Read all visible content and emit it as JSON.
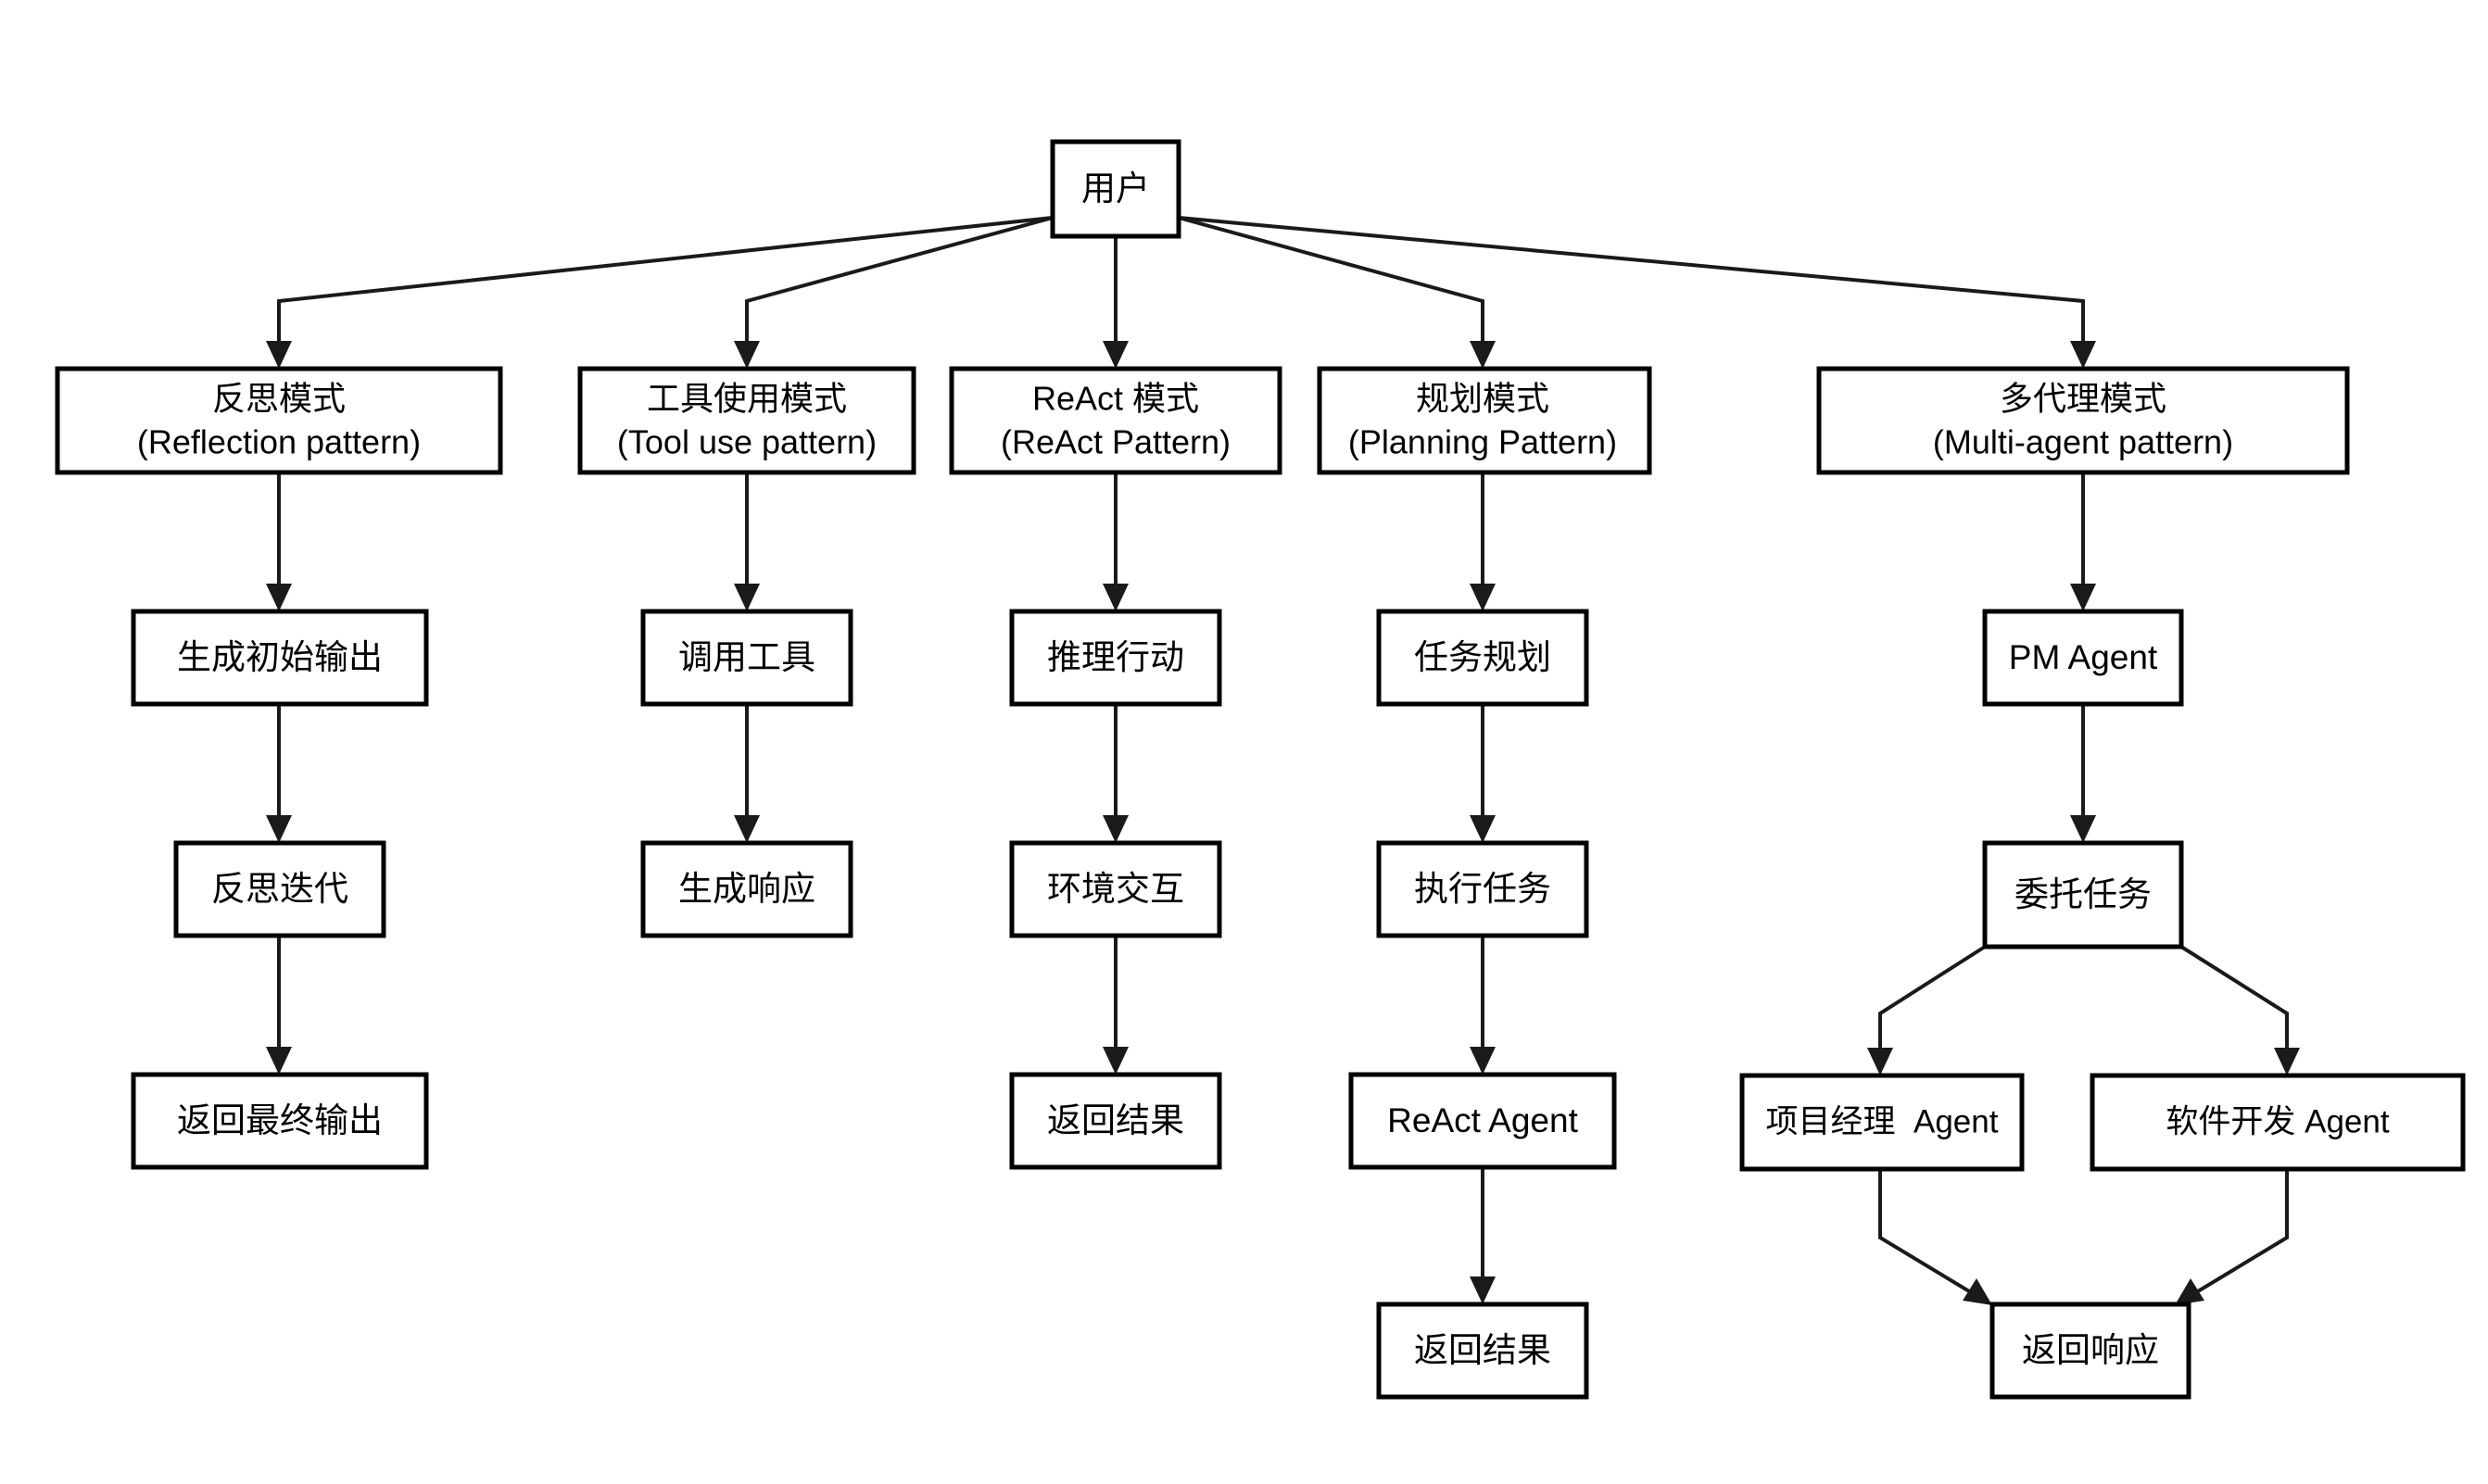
{
  "diagram": {
    "title_text": "",
    "background_color": "#ffffff",
    "line_color": "#1a1a1a",
    "box_border_color": "#000000",
    "box_fill_color": "#ffffff",
    "root": {
      "id": "user",
      "label": "用户"
    },
    "columns": [
      {
        "id": "reflection",
        "pattern": {
          "line1": "反思模式",
          "line2": "(Reflection pattern)"
        },
        "steps": [
          {
            "id": "reflection-step-1",
            "label": "生成初始输出"
          },
          {
            "id": "reflection-step-2",
            "label": "反思迭代"
          },
          {
            "id": "reflection-step-3",
            "label": "返回最终输出"
          }
        ]
      },
      {
        "id": "tool-use",
        "pattern": {
          "line1": "工具使用模式",
          "line2": "(Tool use pattern)"
        },
        "steps": [
          {
            "id": "tool-use-step-1",
            "label": "调用工具"
          },
          {
            "id": "tool-use-step-2",
            "label": "生成响应"
          }
        ]
      },
      {
        "id": "react",
        "pattern": {
          "line1": "ReAct 模式",
          "line2": "(ReAct Pattern)"
        },
        "steps": [
          {
            "id": "react-step-1",
            "label": "推理行动"
          },
          {
            "id": "react-step-2",
            "label": "环境交互"
          },
          {
            "id": "react-step-3",
            "label": "返回结果"
          }
        ]
      },
      {
        "id": "planning",
        "pattern": {
          "line1": "规划模式",
          "line2": "(Planning Pattern)"
        },
        "steps": [
          {
            "id": "planning-step-1",
            "label": "任务规划"
          },
          {
            "id": "planning-step-2",
            "label": "执行任务"
          },
          {
            "id": "planning-step-3",
            "label": "ReAct Agent"
          },
          {
            "id": "planning-step-4",
            "label": "返回结果"
          }
        ]
      },
      {
        "id": "multi-agent",
        "pattern": {
          "line1": "多代理模式",
          "line2": "(Multi-agent pattern)"
        },
        "steps": [
          {
            "id": "multi-agent-step-1",
            "label": "PM Agent"
          },
          {
            "id": "multi-agent-step-2",
            "label": "委托任务"
          }
        ],
        "branches": [
          {
            "id": "multi-agent-branch-left",
            "label": "项目经理  Agent"
          },
          {
            "id": "multi-agent-branch-right",
            "label": "软件开发 Agent"
          }
        ],
        "merge": {
          "id": "multi-agent-merge",
          "label": "返回响应"
        }
      }
    ]
  }
}
